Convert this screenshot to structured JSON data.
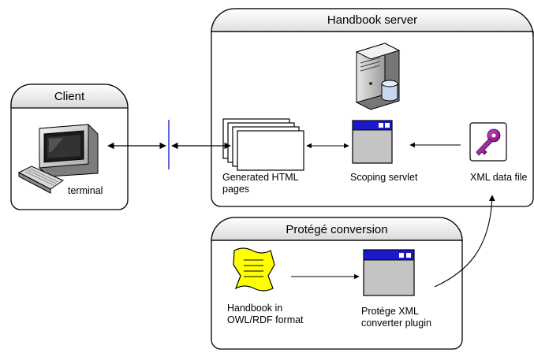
{
  "client": {
    "title": "Client",
    "terminal_label": "terminal"
  },
  "server": {
    "title": "Handbook server",
    "generated_label_1": "Generated HTML",
    "generated_label_2": "pages",
    "servlet_label": "Scoping servlet",
    "xml_label": "XML data file"
  },
  "conversion": {
    "title": "Protégé conversion",
    "handbook_label_1": "Handbook in",
    "handbook_label_2": "OWL/RDF format",
    "plugin_label_1": "Protége XML",
    "plugin_label_2": "converter plugin"
  },
  "colors": {
    "window_title_bar": "#1a1acc",
    "handbook_doc": "#ffff00",
    "key_icon": "#9b1a9b",
    "separator_line": "#2222cc"
  },
  "icons": [
    "computer-icon",
    "server-icon",
    "html-pages-icon",
    "servlet-window-icon",
    "key-file-icon",
    "document-icon",
    "plugin-window-icon"
  ]
}
